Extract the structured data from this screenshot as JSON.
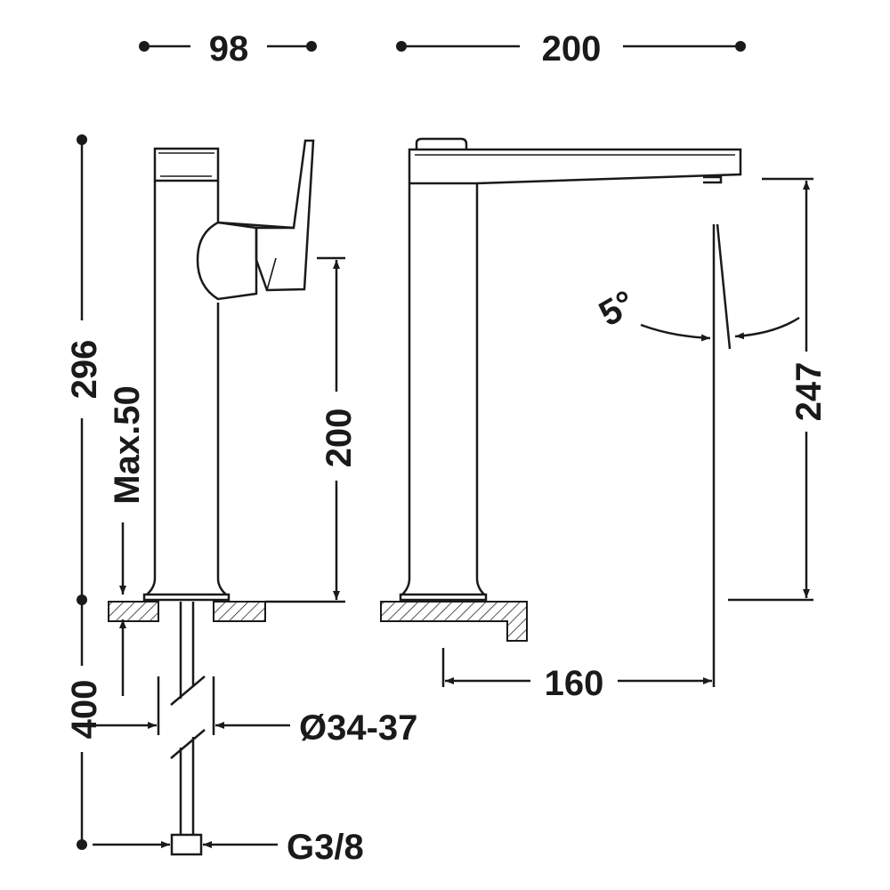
{
  "dimensions": {
    "width_side": "98",
    "width_front": "200",
    "total_height": "296",
    "max_thickness": "Max.50",
    "body_height": "200",
    "spout_height": "247",
    "spout_reach": "160",
    "angle": "5°",
    "hose_length": "400",
    "hole_diameter": "Ø34-37",
    "connection": "G3/8"
  },
  "colors": {
    "line": "#1a1a1a",
    "background": "#ffffff"
  }
}
